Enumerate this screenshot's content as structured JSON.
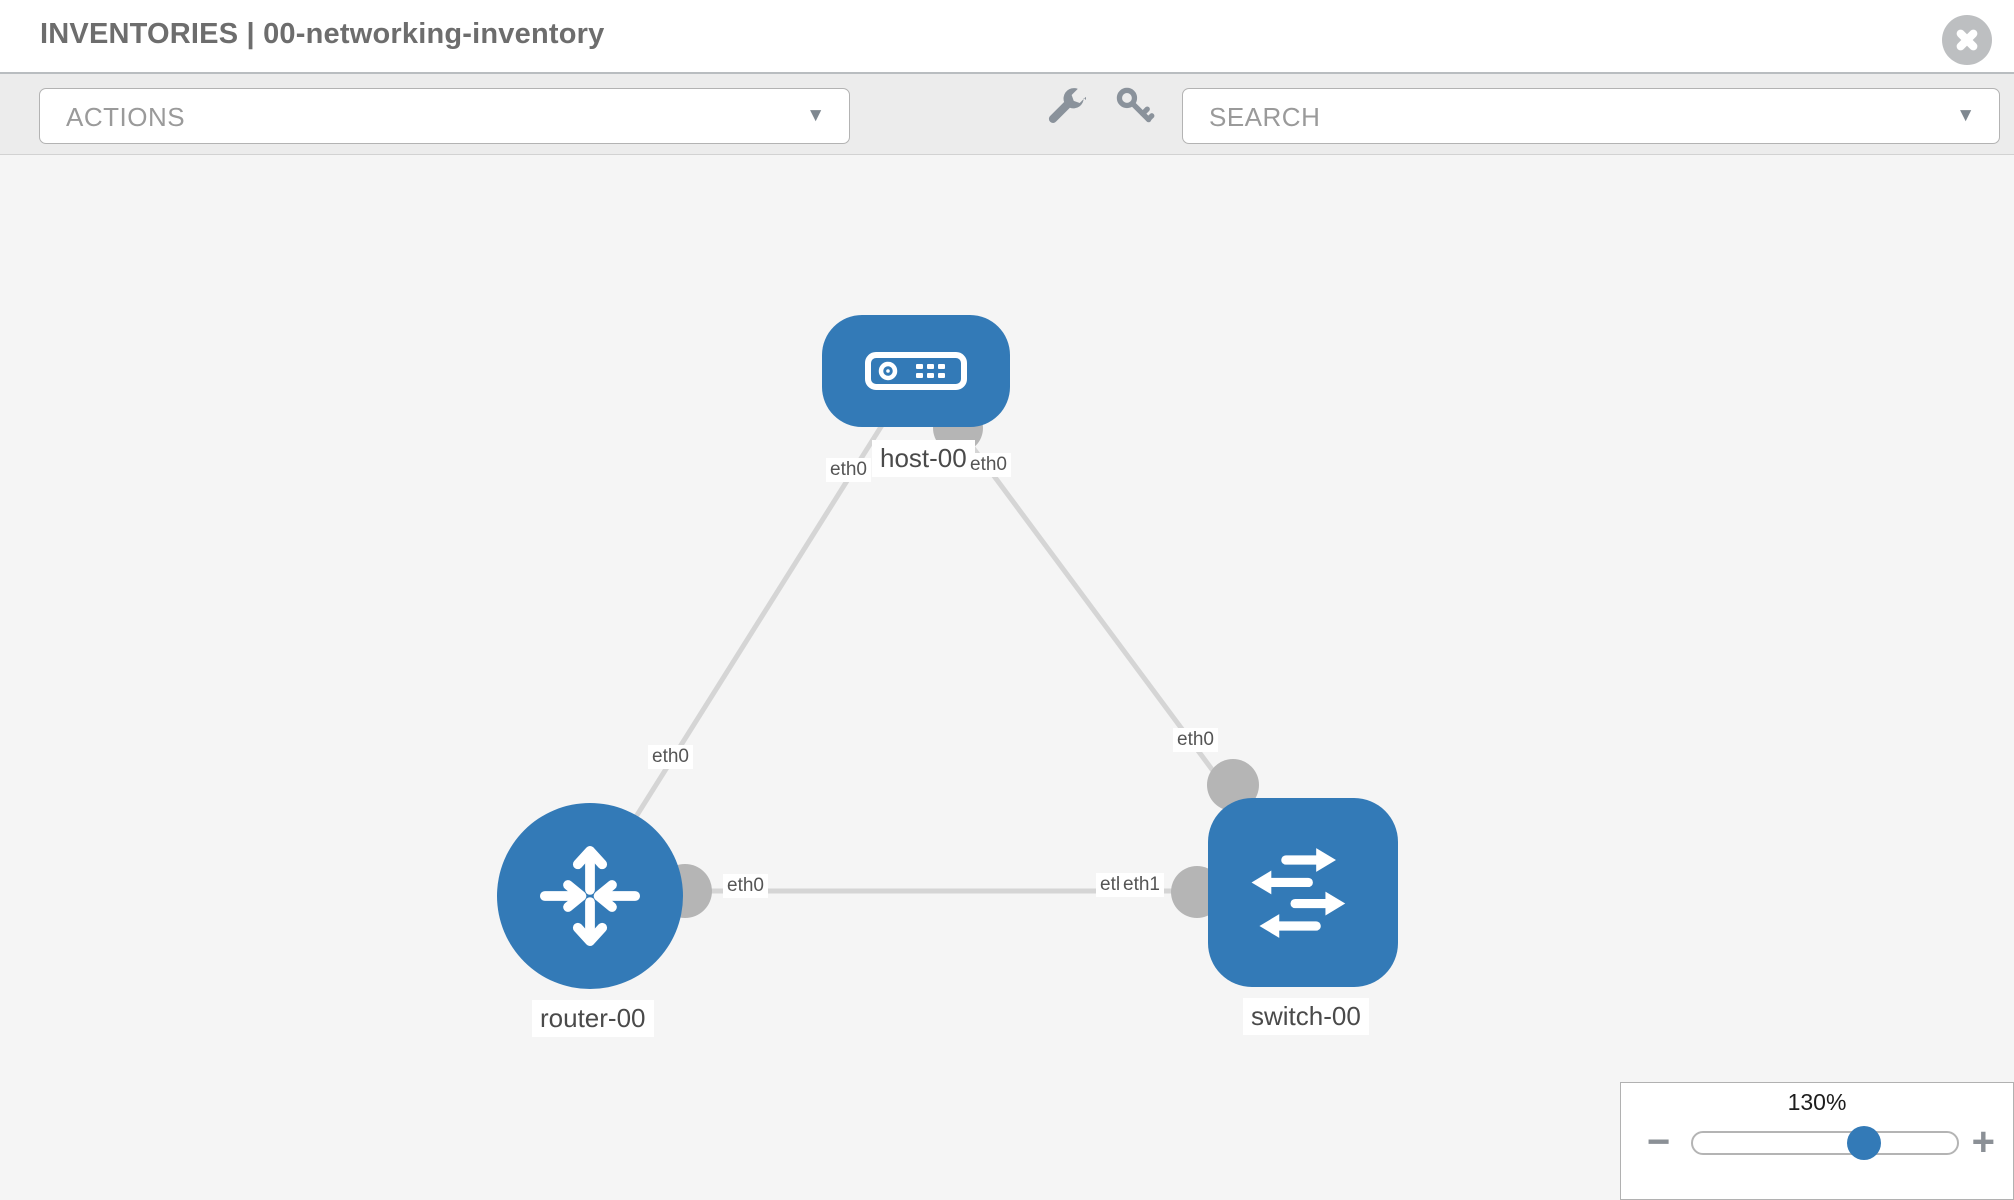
{
  "header": {
    "title": "INVENTORIES | 00-networking-inventory"
  },
  "toolbar": {
    "actions_label": "ACTIONS",
    "search_label": "SEARCH"
  },
  "icons": {
    "close-icon": "circled-x",
    "wrench-icon": "wrench",
    "key-icon": "key",
    "caret-down-icon": "▼",
    "zoom-out-icon": "−",
    "zoom-in-icon": "+",
    "host-icon": "server",
    "router-icon": "crossed-arrows",
    "switch-icon": "alternating-arrows"
  },
  "topology": {
    "nodes": [
      {
        "id": "host-00",
        "type": "host",
        "label": "host-00"
      },
      {
        "id": "router-00",
        "type": "router",
        "label": "router-00"
      },
      {
        "id": "switch-00",
        "type": "switch",
        "label": "switch-00"
      }
    ],
    "links": [
      {
        "source": "host-00",
        "target": "router-00",
        "source_interface": "eth0",
        "target_interface": "eth0"
      },
      {
        "source": "host-00",
        "target": "switch-00",
        "source_interface": "eth0",
        "target_interface": "eth0"
      },
      {
        "source": "router-00",
        "target": "switch-00",
        "source_interface": "eth0",
        "target_interface": "eth1",
        "occluded_label": "eth0"
      }
    ]
  },
  "zoom_control": {
    "level": "130%",
    "percent": 130
  },
  "colors": {
    "node_fill": "#337ab7",
    "link": "#d5d5d5",
    "connector": "#b5b5b5",
    "canvas_bg": "#f5f5f5",
    "toolbar_bg": "#ececec",
    "title_text": "#6d6d6d"
  }
}
